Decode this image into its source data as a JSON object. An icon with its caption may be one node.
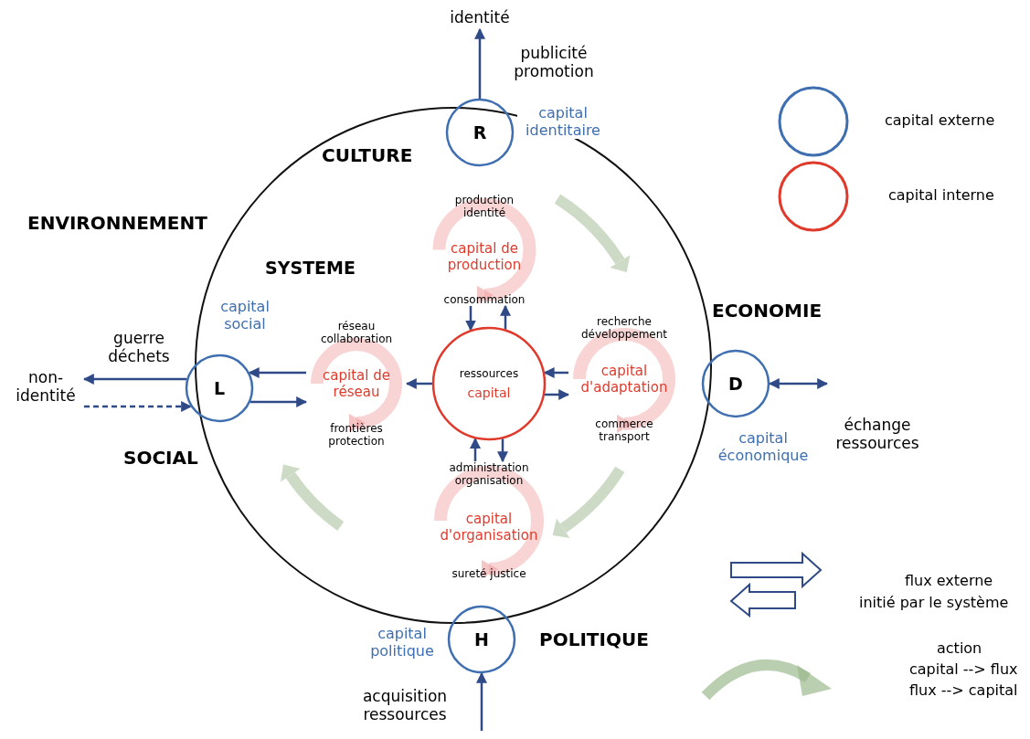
{
  "diagram": {
    "nodes": [
      {
        "text": [
          "SYSTEME"
        ]
      },
      {
        "text": [
          "R"
        ],
        "beside": [
          "capital identitaire"
        ]
      },
      {
        "text": [
          "L"
        ],
        "beside": [
          "capital social"
        ]
      },
      {
        "text": [
          "D"
        ],
        "beside": [
          "capital économique"
        ]
      },
      {
        "text": [
          "H"
        ],
        "beside": [
          "capital politique"
        ]
      },
      {
        "text": [
          "ressources",
          "capital"
        ],
        "in": 0
      },
      {
        "text": [
          "production identité",
          "capital de production",
          "consommation"
        ],
        "in": 0
      },
      {
        "text": [
          "réseau collaboration",
          "capital de réseau",
          "frontières protection"
        ],
        "in": 0
      },
      {
        "text": [
          "recherche développement",
          "capital d'adaptation",
          "commerce transport"
        ],
        "in": 0
      },
      {
        "text": [
          "administration organisation",
          "capital d'organisation",
          "sureté justice"
        ],
        "in": 0
      },
      {
        "text": [
          "identité"
        ]
      },
      {
        "text": [
          "non-identité"
        ]
      }
    ],
    "edges": [
      {
        "from": 1,
        "to": 10,
        "arrow": "to",
        "label": "publicité promotion"
      },
      {
        "from": 2,
        "to": 11,
        "arrow": "to",
        "label": "guerre déchets"
      },
      {
        "from": 11,
        "to": 2,
        "arrow": "to",
        "style": "dashed"
      },
      {
        "from": 3,
        "to": null,
        "arrow": "both",
        "label": "échange ressources"
      },
      {
        "from": null,
        "to": 4,
        "arrow": "to",
        "label": "acquisition ressources"
      },
      {
        "from": 7,
        "to": 2,
        "arrow": "to"
      },
      {
        "from": 2,
        "to": 7,
        "arrow": "to"
      },
      {
        "from": 6,
        "to": 5,
        "arrow": "to"
      },
      {
        "from": 5,
        "to": 6,
        "arrow": "to"
      },
      {
        "from": 5,
        "to": 7,
        "arrow": "to"
      },
      {
        "from": 8,
        "to": 5,
        "arrow": "to"
      },
      {
        "from": 5,
        "to": 8,
        "arrow": "to"
      },
      {
        "from": 9,
        "to": 5,
        "arrow": "to"
      },
      {
        "from": 5,
        "to": 9,
        "arrow": "to"
      }
    ],
    "labels": [
      "CULTURE",
      "ENVIRONNEMENT",
      "ECONOMIE",
      "SOCIAL",
      "POLITIQUE"
    ],
    "legend": [
      {
        "text": "capital externe"
      },
      {
        "text": "capital interne"
      },
      {
        "text": "flux externe"
      },
      {
        "text": "initié par le système"
      },
      {
        "text": "action"
      },
      {
        "text": "capital --> flux"
      },
      {
        "text": "flux --> capital"
      }
    ]
  }
}
